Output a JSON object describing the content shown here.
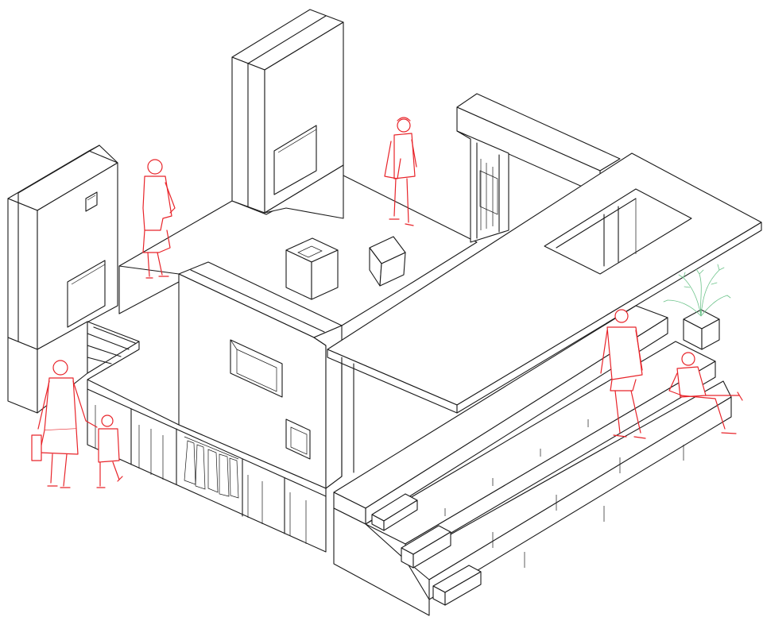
{
  "colors": {
    "background": "#ffffff",
    "architecture_line": "#1a1a1a",
    "figure_line": "#e8242a",
    "plant_line": "#6cc38a"
  },
  "drawing": {
    "style": "isometric line drawing",
    "elements": [
      "left-tower",
      "tall-slab-tower",
      "rear-l-wall",
      "central-cube-volume",
      "elevated-slab-with-opening",
      "stepped-bench-terraces",
      "storefront-with-clothing-rack",
      "side-stair",
      "two-cube-stools",
      "potted-plant",
      "human-figures"
    ],
    "figures": [
      "man-standing-upper-left",
      "woman-with-bag",
      "man-walking-on-steps",
      "man-seated-on-steps",
      "woman-with-child"
    ]
  }
}
